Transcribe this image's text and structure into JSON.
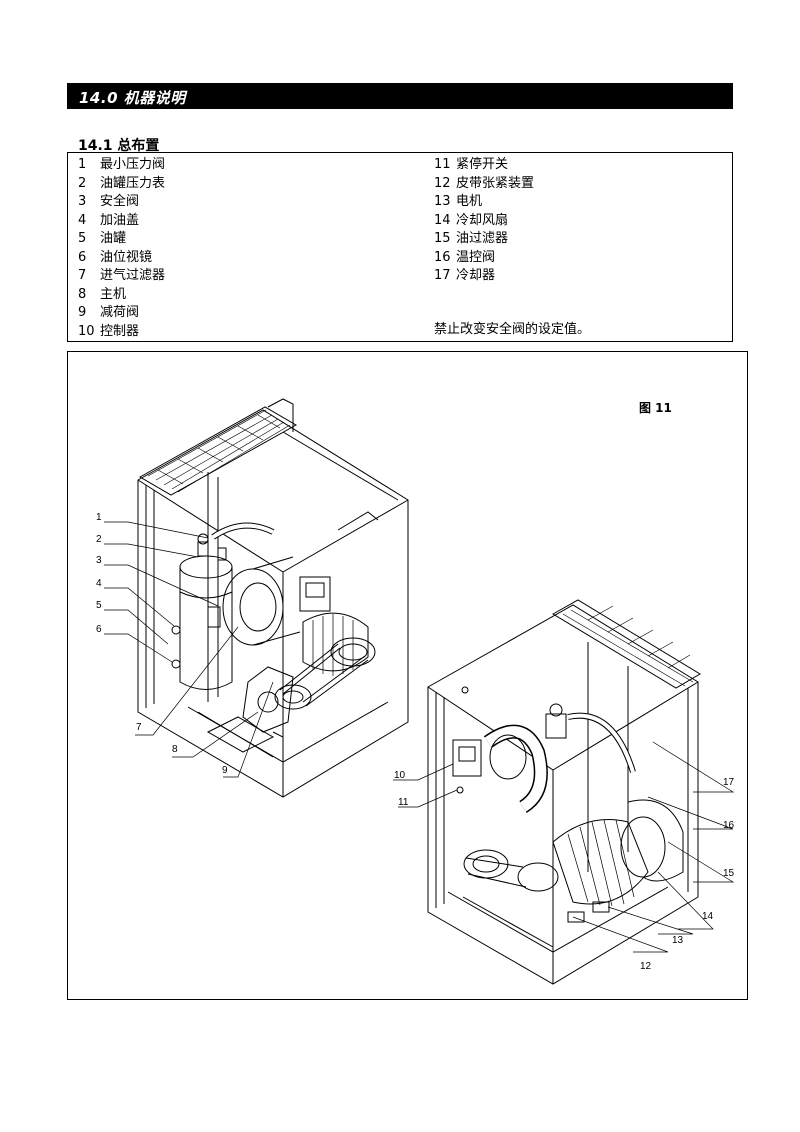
{
  "section": {
    "title": "14.0 机器说明"
  },
  "subsection": {
    "title": "14.1 总布置"
  },
  "parts_left": [
    {
      "num": "1",
      "name": "最小压力阀"
    },
    {
      "num": "2",
      "name": "油罐压力表"
    },
    {
      "num": "3",
      "name": "安全阀"
    },
    {
      "num": "4",
      "name": "加油盖"
    },
    {
      "num": "5",
      "name": "油罐"
    },
    {
      "num": "6",
      "name": "油位视镜"
    },
    {
      "num": "7",
      "name": "进气过滤器"
    },
    {
      "num": "8",
      "name": "主机"
    },
    {
      "num": "9",
      "name": "减荷阀"
    },
    {
      "num": "10",
      "name": "控制器"
    }
  ],
  "parts_right": [
    {
      "num": "11",
      "name": "紧停开关"
    },
    {
      "num": "12",
      "name": "皮带张紧装置"
    },
    {
      "num": "13",
      "name": "电机"
    },
    {
      "num": "14",
      "name": "冷却风扇"
    },
    {
      "num": "15",
      "name": "油过滤器"
    },
    {
      "num": "16",
      "name": "温控阀"
    },
    {
      "num": "17",
      "name": "冷却器"
    }
  ],
  "note": "禁止改变安全阀的设定值。",
  "figure": {
    "label": "图 11",
    "callouts_left": [
      "1",
      "2",
      "3",
      "4",
      "5",
      "6",
      "7",
      "8",
      "9"
    ],
    "callouts_right": [
      "10",
      "11",
      "12",
      "13",
      "14",
      "15",
      "16",
      "17"
    ]
  }
}
